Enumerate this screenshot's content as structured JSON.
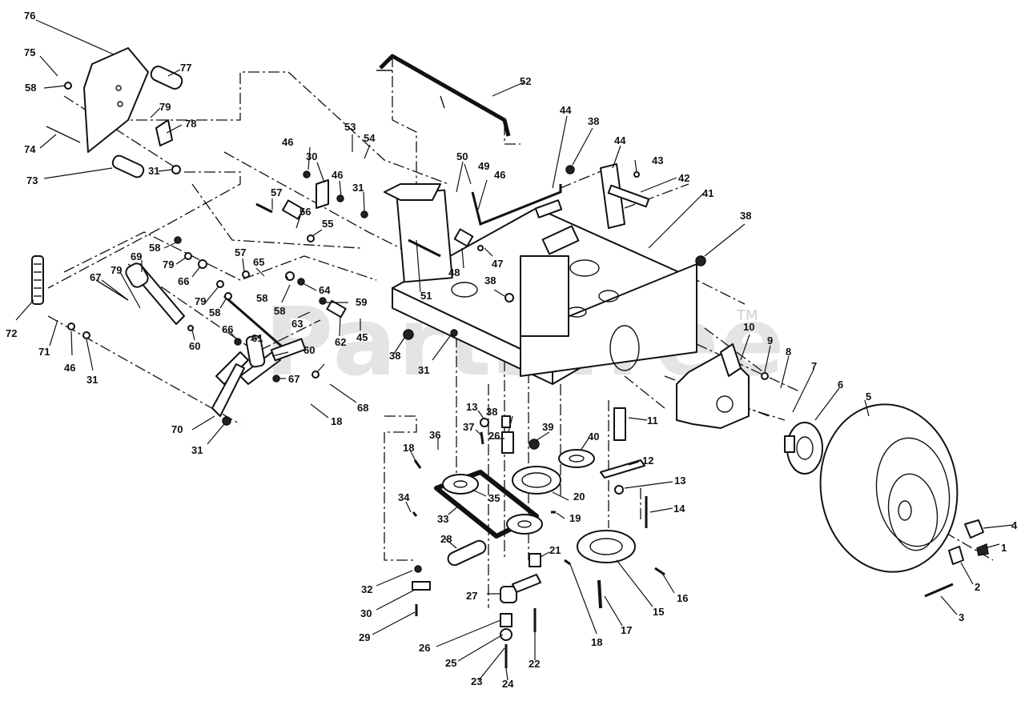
{
  "watermark": {
    "text": "PartsTree",
    "trademark": "TM"
  },
  "callouts": [
    "1",
    "2",
    "3",
    "4",
    "5",
    "6",
    "7",
    "8",
    "9",
    "10",
    "11",
    "12",
    "13",
    "13",
    "14",
    "15",
    "16",
    "17",
    "18",
    "18",
    "18",
    "19",
    "20",
    "21",
    "22",
    "23",
    "24",
    "25",
    "26",
    "26",
    "27",
    "28",
    "29",
    "30",
    "30",
    "31",
    "31",
    "31",
    "31",
    "31",
    "32",
    "33",
    "34",
    "35",
    "36",
    "37",
    "38",
    "38",
    "38",
    "38",
    "38",
    "39",
    "40",
    "41",
    "42",
    "43",
    "44",
    "44",
    "45",
    "46",
    "46",
    "46",
    "46",
    "47",
    "48",
    "49",
    "50",
    "51",
    "52",
    "53",
    "54",
    "55",
    "56",
    "57",
    "57",
    "58",
    "58",
    "58",
    "58",
    "59",
    "60",
    "60",
    "61",
    "62",
    "63",
    "64",
    "65",
    "66",
    "66",
    "67",
    "67",
    "68",
    "69",
    "70",
    "71",
    "72",
    "73",
    "74",
    "75",
    "76",
    "77",
    "78",
    "79",
    "79",
    "79",
    "79"
  ]
}
